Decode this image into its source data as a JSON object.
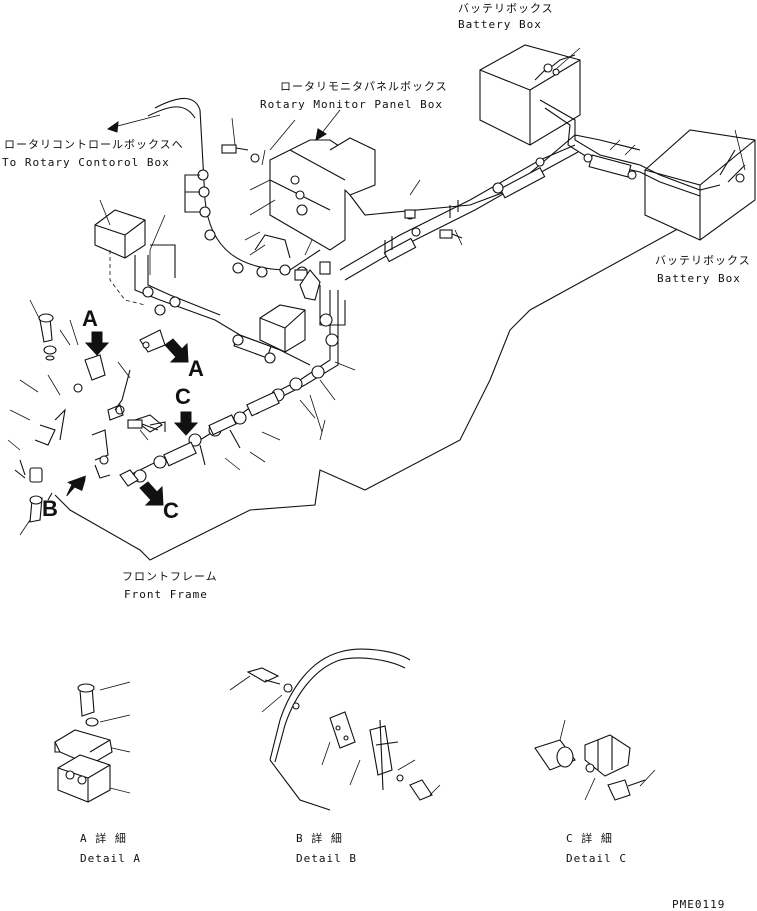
{
  "labels": {
    "battery_box_top_jp": "バッテリボックス",
    "battery_box_top_en": "Battery Box",
    "rotary_monitor_jp": "ロータリモニタパネルボックス",
    "rotary_monitor_en": "Rotary Monitor Panel Box",
    "rotary_control_jp": "ロータリコントロールボックスへ",
    "rotary_control_en": "To Rotary Contorol Box",
    "battery_box_right_jp": "バッテリボックス",
    "battery_box_right_en": "Battery Box",
    "front_frame_jp": "フロントフレーム",
    "front_frame_en": "Front Frame",
    "detail_a_jp": "A 詳 細",
    "detail_a_en": "Detail A",
    "detail_b_jp": "B 詳 細",
    "detail_b_en": "Detail B",
    "detail_c_jp": "C 詳 細",
    "detail_c_en": "Detail C",
    "drawing_code": "PME0119"
  },
  "view_markers": {
    "a": "A",
    "b": "B",
    "c": "C"
  }
}
